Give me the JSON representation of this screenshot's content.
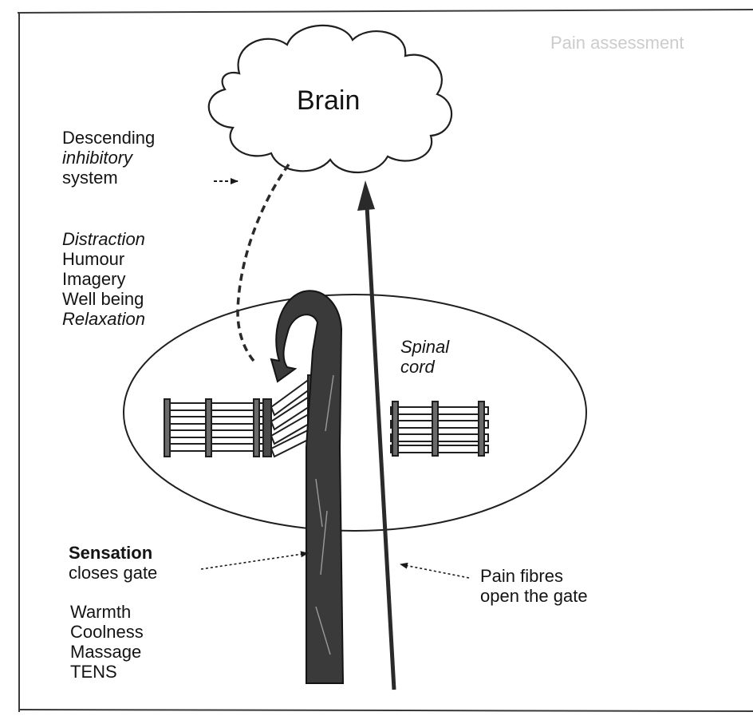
{
  "bleed_through": {
    "heading": "Pain assessment"
  },
  "diagram": {
    "brain_label": "Brain",
    "spinal_cord_label": [
      "Spinal",
      "cord"
    ],
    "descending_label": [
      "Descending",
      "inhibitory",
      "system"
    ],
    "cognitive_factors": [
      "Distraction",
      "Humour",
      "Imagery",
      "Well being",
      "Relaxation"
    ],
    "sensation_label": [
      "Sensation",
      "closes gate"
    ],
    "sensory_methods": [
      "Warmth",
      "Coolness",
      "Massage",
      "TENS"
    ],
    "pain_fibres_label": [
      "Pain fibres",
      "open the gate"
    ]
  }
}
